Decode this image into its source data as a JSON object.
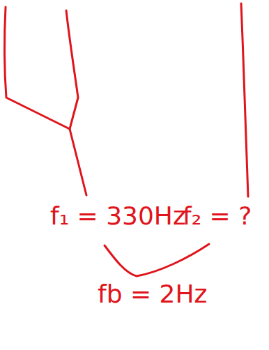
{
  "diagram": {
    "labels": [
      "f₁ = 330Hz",
      "f₂ = ?",
      "fb = 2Hz"
    ]
  }
}
